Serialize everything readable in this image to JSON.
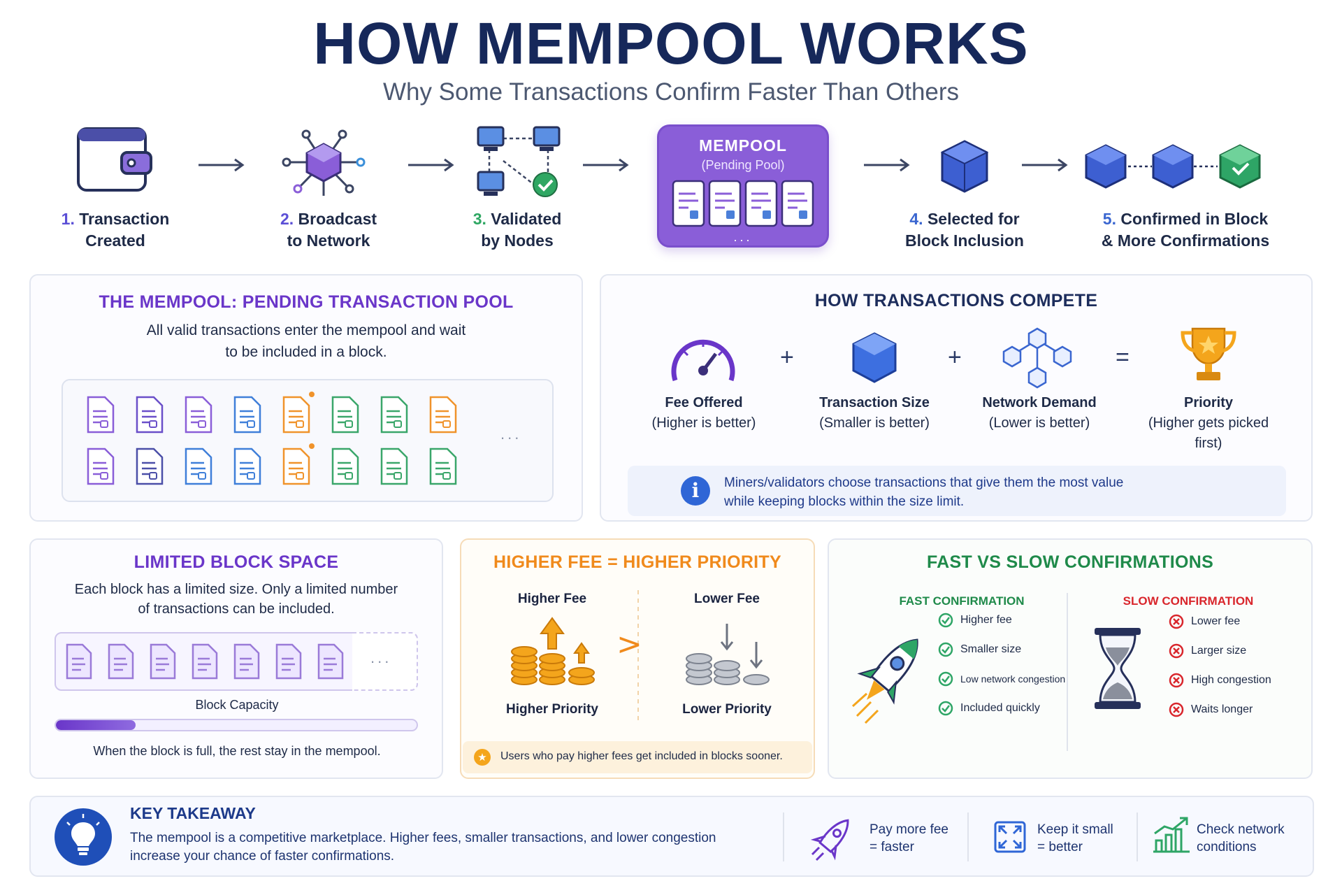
{
  "header": {
    "title": "HOW MEMPOOL WORKS",
    "subtitle": "Why Some Transactions Confirm Faster Than Others"
  },
  "steps": [
    {
      "num": "1.",
      "line1": "Transaction",
      "line2": "Created"
    },
    {
      "num": "2.",
      "line1": "Broadcast",
      "line2": "to Network"
    },
    {
      "num": "3.",
      "line1": "Validated",
      "line2": "by Nodes"
    },
    {
      "num": "4.",
      "line1": "Selected for",
      "line2": "Block Inclusion"
    },
    {
      "num": "5.",
      "line1": "Confirmed in Block",
      "line2": "& More Confirmations"
    }
  ],
  "mempool_box": {
    "title": "MEMPOOL",
    "subtitle": "(Pending Pool)",
    "dots": "..."
  },
  "pool_panel": {
    "title": "THE MEMPOOL: PENDING TRANSACTION POOL",
    "line1": "All valid transactions enter the mempool and wait",
    "line2": "to be included in a block.",
    "dots": "...",
    "colors": {
      "purple": "#8a5ed8",
      "navy": "#4b4fa8",
      "blue": "#3f7fd9",
      "orange": "#f0932b",
      "green": "#3aa66a"
    }
  },
  "compete_panel": {
    "title": "HOW TRANSACTIONS COMPETE",
    "factors": [
      {
        "name": "Fee Offered",
        "note": "(Higher is better)",
        "icon": "gauge-icon"
      },
      {
        "name": "Transaction Size",
        "note": "(Smaller is better)",
        "icon": "cube-icon"
      },
      {
        "name": "Network Demand",
        "note": "(Lower is better)",
        "icon": "network-icon"
      },
      {
        "name": "Priority",
        "note": "(Higher gets picked",
        "note2": "first)",
        "icon": "trophy-icon"
      }
    ],
    "ops": [
      "+",
      "+",
      "="
    ],
    "info_line1": "Miners/validators choose transactions that give them the most value",
    "info_line2": "while keeping blocks within the size limit."
  },
  "block_panel": {
    "title": "LIMITED BLOCK SPACE",
    "line1": "Each block has a limited size. Only a limited number",
    "line2": "of transactions can be included.",
    "dots": "...",
    "capacity_label": "Block Capacity",
    "capacity_fill": 0.22,
    "footer": "When the block is full, the rest stay in the mempool."
  },
  "fee_panel": {
    "title": "HIGHER FEE = HIGHER PRIORITY",
    "left_top": "Higher Fee",
    "left_bottom": "Higher Priority",
    "right_top": "Lower Fee",
    "right_bottom": "Lower Priority",
    "compare": ">",
    "note": "Users who pay higher fees get included in blocks sooner."
  },
  "speed_panel": {
    "title": "FAST VS SLOW CONFIRMATIONS",
    "fast_title": "FAST CONFIRMATION",
    "fast_items": [
      "Higher fee",
      "Smaller size",
      "Low network congestion",
      "Included quickly"
    ],
    "slow_title": "SLOW CONFIRMATION",
    "slow_items": [
      "Lower fee",
      "Larger size",
      "High congestion",
      "Waits longer"
    ]
  },
  "takeaway": {
    "title": "KEY TAKEAWAY",
    "line1": "The mempool is a competitive marketplace. Higher fees, smaller transactions, and lower congestion",
    "line2": "increase your chance of faster confirmations.",
    "tips": [
      {
        "line1": "Pay more fee",
        "line2": "= faster",
        "icon": "rocket-icon"
      },
      {
        "line1": "Keep it small",
        "line2": "= better",
        "icon": "shrink-icon"
      },
      {
        "line1": "Check network",
        "line2": "conditions",
        "icon": "chart-icon"
      }
    ]
  }
}
